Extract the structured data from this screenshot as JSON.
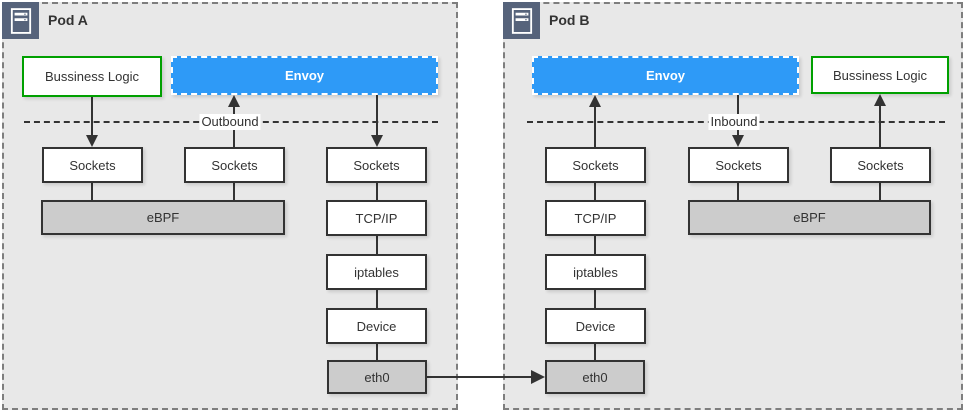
{
  "pod_a": {
    "title": "Pod A",
    "pod_icon": "server-icon",
    "business_logic_label": "Bussiness Logic",
    "envoy_label": "Envoy",
    "flow_label": "Outbound",
    "sockets_labels": [
      "Sockets",
      "Sockets",
      "Sockets"
    ],
    "ebpf_label": "eBPF",
    "stack_labels": [
      "TCP/IP",
      "iptables",
      "Device",
      "eth0"
    ]
  },
  "pod_b": {
    "title": "Pod B",
    "pod_icon": "server-icon",
    "envoy_label": "Envoy",
    "business_logic_label": "Bussiness Logic",
    "flow_label": "Inbound",
    "sockets_labels": [
      "Sockets",
      "Sockets",
      "Sockets"
    ],
    "ebpf_label": "eBPF",
    "stack_labels": [
      "TCP/IP",
      "iptables",
      "Device",
      "eth0"
    ]
  },
  "colors": {
    "envoy_blue": "#2e9af7",
    "business_logic_green": "#00a000",
    "pod_background": "#e8e8e8",
    "kernel_box_gray": "#cccccc",
    "pod_icon_slate": "#56637b",
    "line_dark": "#333333",
    "pod_border_gray": "#7e7e7e"
  }
}
